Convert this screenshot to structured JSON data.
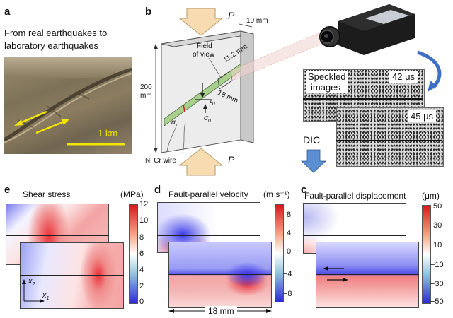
{
  "panel_a": {
    "letter": "a",
    "caption_line1": "From real earthquakes to",
    "caption_line2": "laboratory earthquakes",
    "scale_label": "1 km"
  },
  "panel_b": {
    "letter": "b",
    "load_top": "P",
    "load_bottom": "P",
    "thickness": "10 mm",
    "height_value": "200",
    "height_unit": "mm",
    "field_of_view_line1": "Field",
    "field_of_view_line2": "of view",
    "fov_width": "11.2 mm",
    "fov_length": "18 mm",
    "tau": "τ",
    "tau_sub": "0",
    "sigma": "σ",
    "sigma_sub": "0",
    "alpha": "α",
    "wire_label": "Ni Cr wire"
  },
  "speckle": {
    "label_line1": "Speckled",
    "label_line2": "images",
    "time1": "42 μs",
    "time2": "45 μs",
    "dic": "DIC"
  },
  "panel_e": {
    "letter": "e",
    "title": "Shear stress",
    "unit": "(MPa)",
    "ticks": [
      "12",
      "10",
      "8",
      "6",
      "4",
      "2",
      "0"
    ],
    "axis_x": "x",
    "axis_x_sub": "1",
    "axis_y": "x",
    "axis_y_sub": "2"
  },
  "panel_d": {
    "letter": "d",
    "title": "Fault-parallel velocity",
    "unit": "(m s⁻¹)",
    "ticks": [
      "8",
      "4",
      "0",
      "−4",
      "−8"
    ],
    "scale_label": "18 mm"
  },
  "panel_c": {
    "letter": "c",
    "title": "Fault-parallel displacement",
    "unit": "(μm)",
    "ticks": [
      "50",
      "30",
      "10",
      "−10",
      "−30",
      "−50"
    ]
  },
  "colors": {
    "red": "#e8333a",
    "blue": "#3b3bea",
    "scale_yellow": "#f2e600",
    "arrow_tan": "#f6dcb0",
    "fault_green": "#a8d08d"
  }
}
